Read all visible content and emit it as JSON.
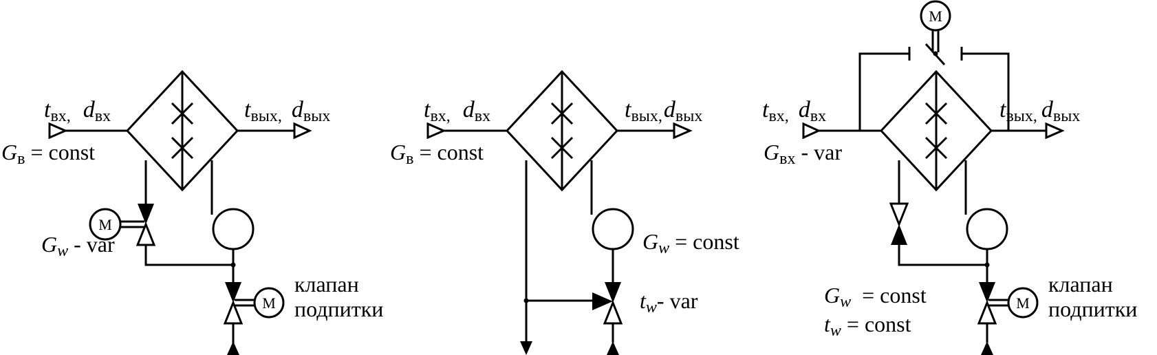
{
  "schemes": [
    {
      "inlet": {
        "t": "t",
        "t_sub": "вх,",
        "d": "d",
        "d_sub": "вх"
      },
      "outlet": {
        "t": "t",
        "t_sub": "вых,",
        "d": "d",
        "d_sub": "вых"
      },
      "airflow": {
        "sym": "G",
        "sub": "в",
        "rest": " = const"
      },
      "water": {
        "sym": "G",
        "sub": "w",
        "rest": " - var"
      },
      "motor_pump": "M",
      "motor_makeup": "M",
      "makeup_valve_line1": "клапан",
      "makeup_valve_line2": "подпитки"
    },
    {
      "inlet": {
        "t": "t",
        "t_sub": "вх,",
        "d": "d",
        "d_sub": "вх"
      },
      "outlet": {
        "t": "t",
        "t_sub": "вых,",
        "d": "d",
        "d_sub": "вых"
      },
      "airflow": {
        "sym": "G",
        "sub": "в",
        "rest": " = const"
      },
      "water": {
        "sym": "G",
        "sub": "w",
        "rest": " = const"
      },
      "temp": {
        "sym": "t",
        "sub": "w",
        "rest": "- var"
      }
    },
    {
      "inlet": {
        "t": "t",
        "t_sub": "вх,",
        "d": "d",
        "d_sub": "вх"
      },
      "outlet": {
        "t": "t",
        "t_sub": "вых,",
        "d": "d",
        "d_sub": "вых"
      },
      "airflow": {
        "sym": "G",
        "sub": "вх",
        "rest": " - var"
      },
      "water": {
        "sym": "G",
        "sub": "w",
        "rest": "  = const"
      },
      "temp": {
        "sym": "t",
        "sub": "w",
        "rest": " = const"
      },
      "motor_damper": "M",
      "motor_makeup": "M",
      "makeup_valve_line1": "клапан",
      "makeup_valve_line2": "подпитки"
    }
  ]
}
